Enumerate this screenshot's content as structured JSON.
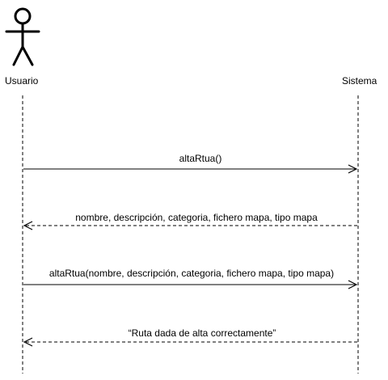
{
  "participants": {
    "actor": "Usuario",
    "system": "Sistema"
  },
  "messages": [
    {
      "text": "altaRtua()",
      "direction": "to-system",
      "style": "solid"
    },
    {
      "text": "nombre, descripción, categoria, fichero mapa, tipo mapa",
      "direction": "to-actor",
      "style": "dashed"
    },
    {
      "text": "altaRtua(nombre, descripción, categoria, fichero mapa, tipo mapa)",
      "direction": "to-system",
      "style": "solid"
    },
    {
      "text": "“Ruta dada de alta correctamente”",
      "direction": "to-actor",
      "style": "dashed"
    }
  ],
  "colors": {
    "line": "#000000",
    "background": "#ffffff"
  }
}
